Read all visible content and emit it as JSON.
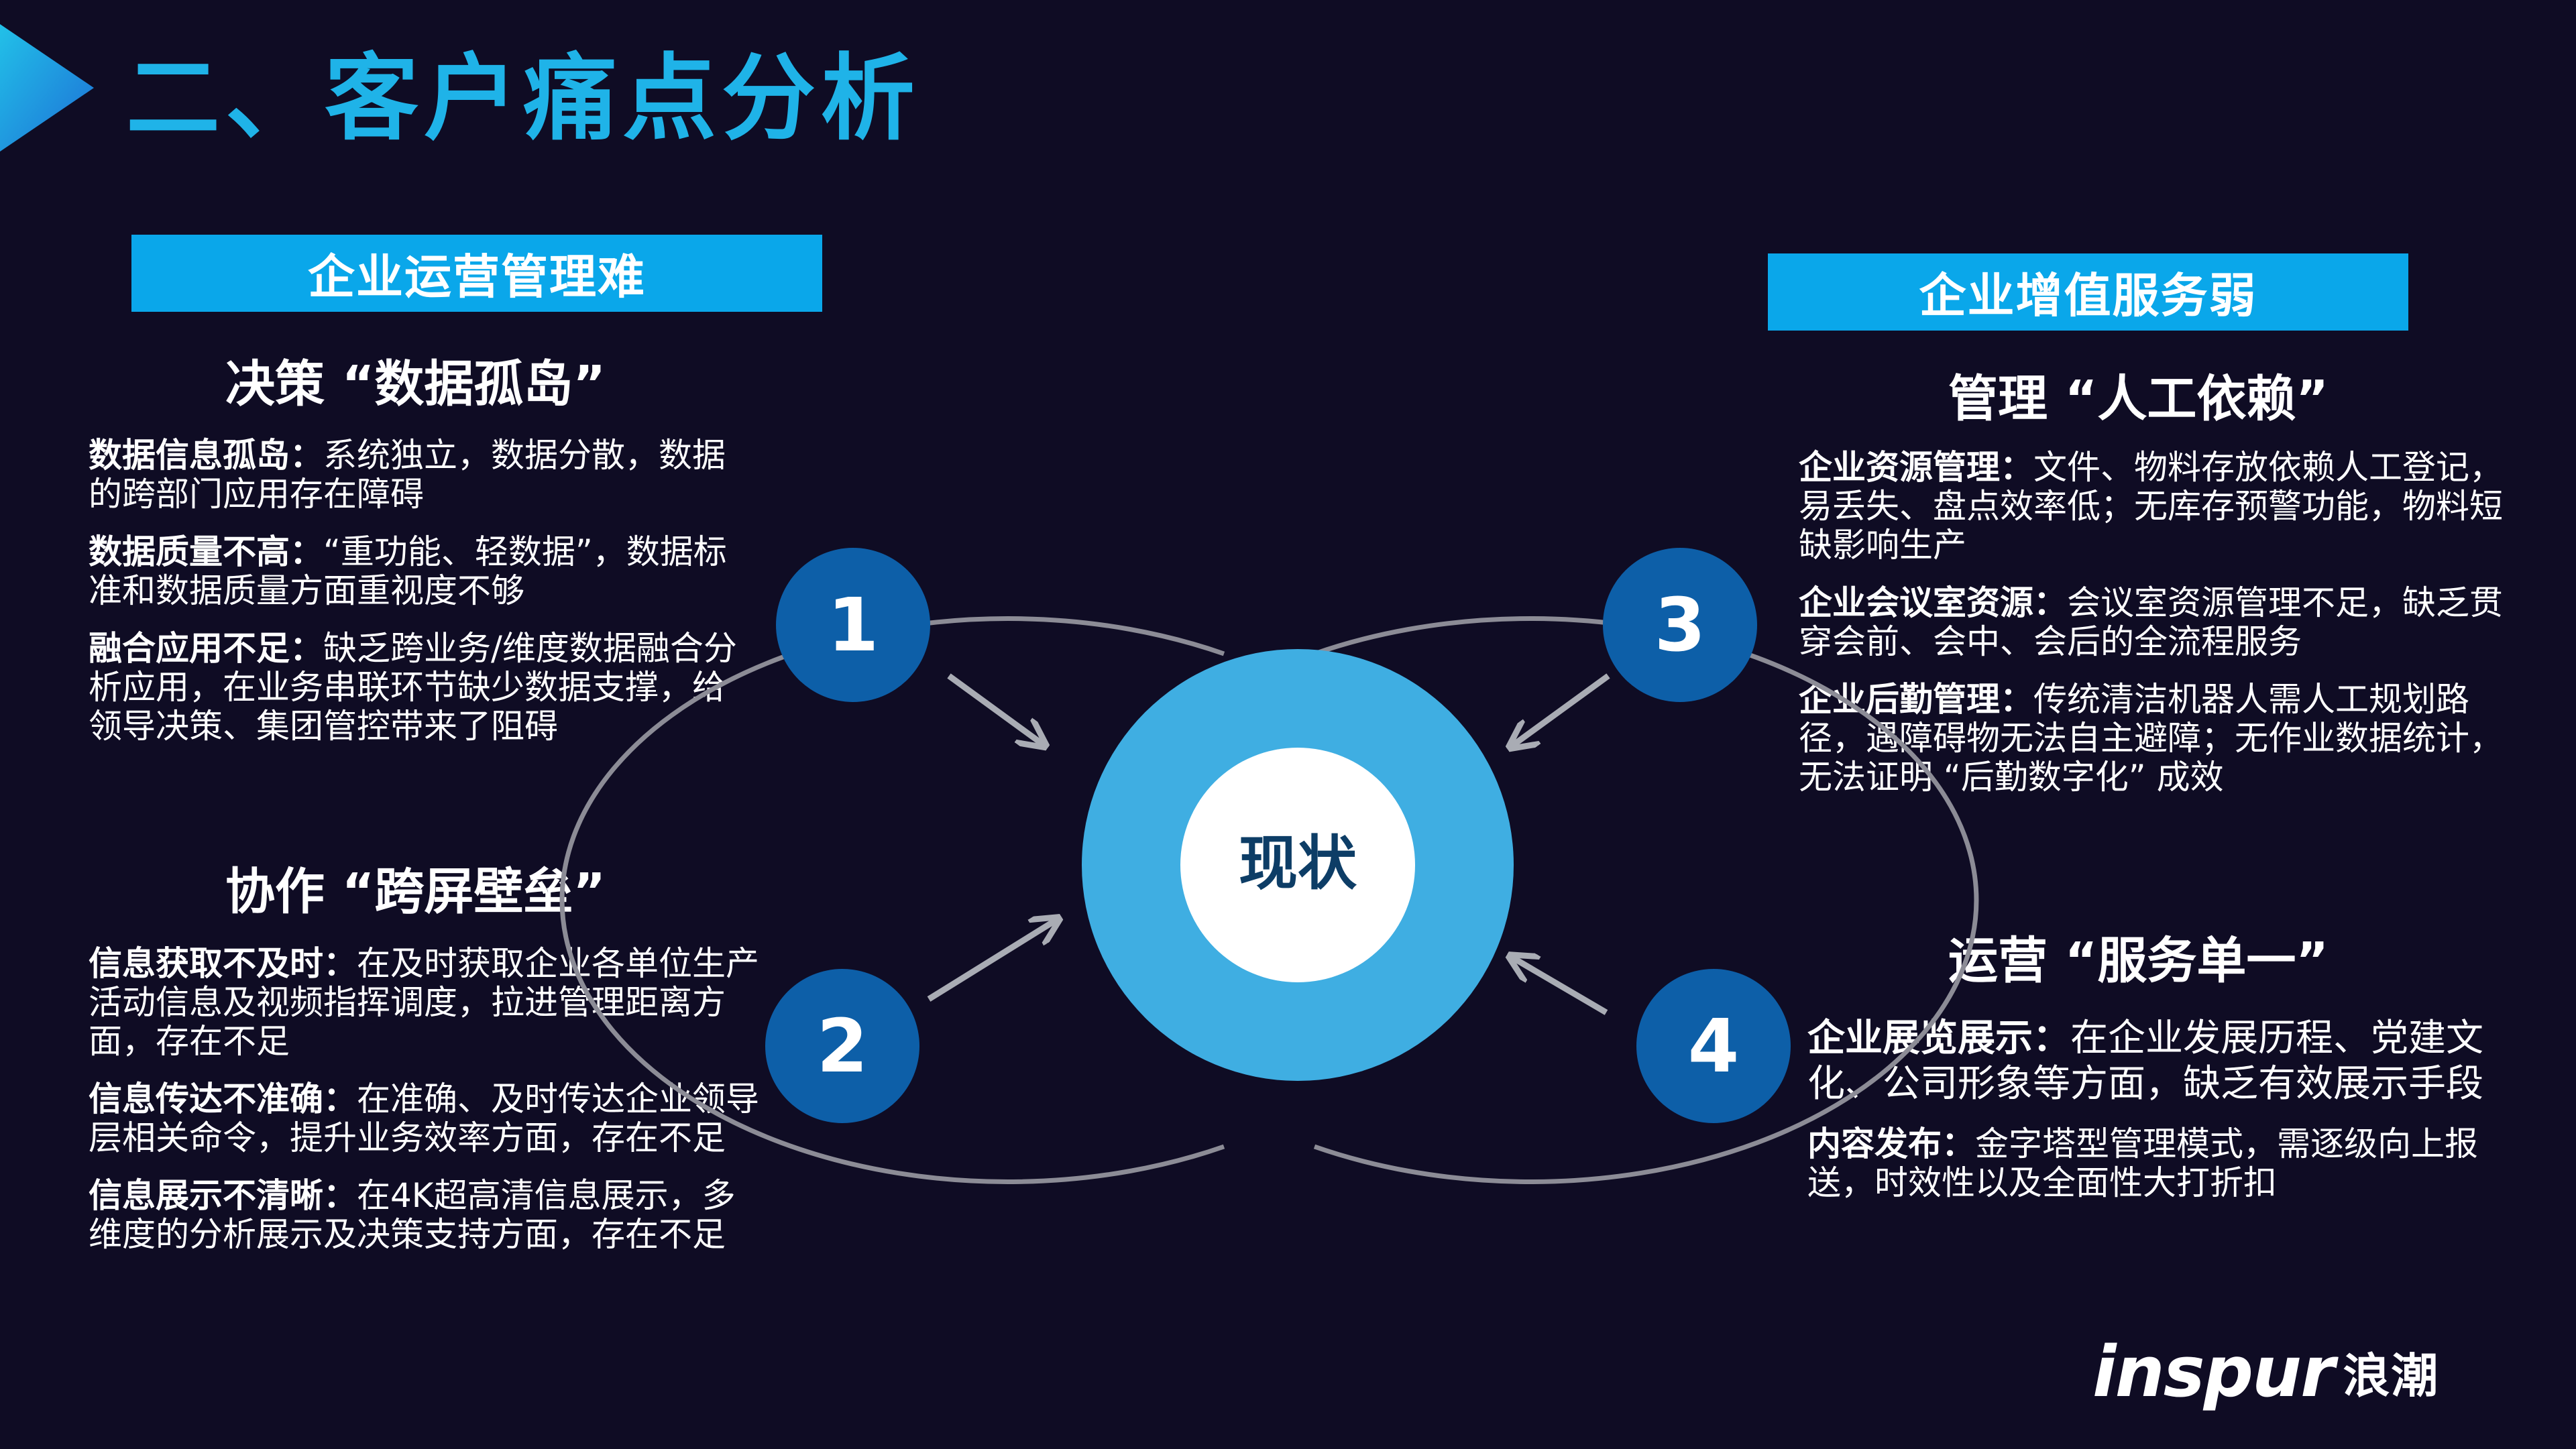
{
  "title": "二、客户痛点分析",
  "left": {
    "banner": "企业运营管理难",
    "sections": [
      {
        "heading": "决策 “数据孤岛”",
        "items": [
          {
            "key": "数据信息孤岛：",
            "text": "系统独立，数据分散，数据的跨部门应用存在障碍"
          },
          {
            "key": "数据质量不高：",
            "text": "“重功能、轻数据”，数据标准和数据质量方面重视度不够"
          },
          {
            "key": "融合应用不足：",
            "text": "缺乏跨业务/维度数据融合分析应用，在业务串联环节缺少数据支撑，给领导决策、集团管控带来了阻碍"
          }
        ]
      },
      {
        "heading": "协作 “跨屏壁垒”",
        "items": [
          {
            "key": "信息获取不及时：",
            "text": "在及时获取企业各单位生产活动信息及视频指挥调度，拉进管理距离方面，存在不足"
          },
          {
            "key": "信息传达不准确：",
            "text": "在准确、及时传达企业领导层相关命令，提升业务效率方面，存在不足"
          },
          {
            "key": "信息展示不清晰：",
            "text": "在4K超高清信息展示，多维度的分析展示及决策支持方面，存在不足"
          }
        ]
      }
    ]
  },
  "right": {
    "banner": "企业增值服务弱",
    "sections": [
      {
        "heading": "管理 “人工依赖”",
        "items": [
          {
            "key": "企业资源管理：",
            "text": "文件、物料存放依赖人工登记，易丢失、盘点效率低；无库存预警功能，物料短缺影响生产"
          },
          {
            "key": "企业会议室资源：",
            "text": "会议室资源管理不足，缺乏贯穿会前、会中、会后的全流程服务"
          },
          {
            "key": "企业后勤管理：",
            "text": "传统清洁机器人需人工规划路径，遇障碍物无法自主避障；无作业数据统计，无法证明 “后勤数字化” 成效"
          }
        ]
      },
      {
        "heading": "运营 “服务单一”",
        "items": [
          {
            "key": "企业展览展示：",
            "text": "在企业发展历程、党建文化、公司形象等方面，缺乏有效展示手段"
          },
          {
            "key": "内容发布：",
            "text": "金字塔型管理模式，需逐级向上报送，时效性以及全面性大打折扣"
          }
        ]
      }
    ]
  },
  "diagram": {
    "center_label": "现状",
    "numbers": [
      "1",
      "2",
      "3",
      "4"
    ],
    "colors": {
      "node": "#0d5fa8",
      "ring_outer": "#3faee2",
      "ring_inner": "#ffffff",
      "arc": "#8c8c96",
      "arrow": "#a9acb4"
    }
  },
  "logo": {
    "en": "inspur",
    "cn": "浪潮"
  }
}
